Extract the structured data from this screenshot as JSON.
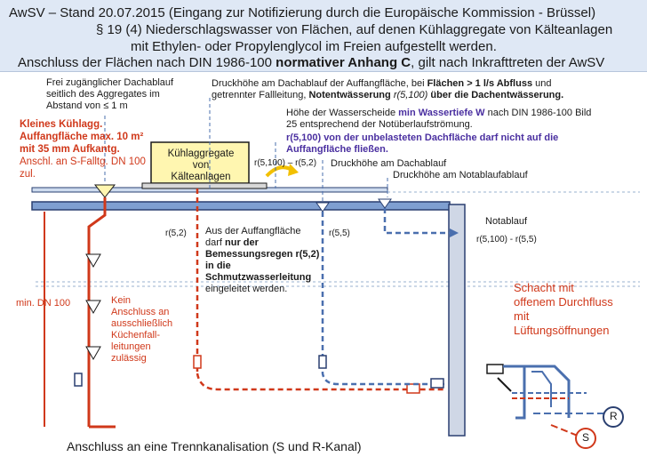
{
  "header": {
    "line1": "AwSV – Stand 20.07.2015 (Eingang zur Notifizierung durch die Europäische Kommission - Brüssel)",
    "line2": "§ 19 (4) Niederschlagswasser von Flächen, auf denen Kühlaggregate von Kälteanlagen",
    "line3": "mit Ethylen- oder Propylenglycol im Freien aufgestellt werden.",
    "line4_pre": "Anschluss der Flächen nach DIN 1986-100 ",
    "line4_bold": "normativer Anhang C",
    "line4_post": ", gilt nach Inkrafttreten der AwSV"
  },
  "labels": {
    "dachablauf_note": [
      "Frei zugänglicher Dachablauf",
      "seitlich des Aggregates im",
      "Abstand von ≤ 1 m"
    ],
    "kleines_1": "Kleines Kühlagg.",
    "kleines_2": "Auffangfläche max. 10 m²",
    "kleines_3": "mit 35 mm Aufkantg.",
    "kleines_4": "Anschl. an S-Falltg. DN 100",
    "kleines_5": "zul.",
    "druck_1_pre": "Druckhöhe am Dachablauf der Auffangfläche, bei ",
    "druck_1_bold": "Flächen > 1 l/s Abfluss",
    "druck_1_post": " und",
    "druck_2_pre": "getrennter Fallleitung, ",
    "druck_2_bold": "Notentwässerung",
    "druck_2_r": "r(5,100)",
    "druck_2_post": " über die Dachentwässerung.",
    "hoehe_1_pre": "Höhe der Wasserscheide ",
    "hoehe_1_purple": "min Wassertiefe W",
    "hoehe_1_post": " nach DIN 1986-100 Bild",
    "hoehe_2": "25 entsprechend der Notüberlaufströmung.",
    "r5100_1": "r(5,100) von der unbelasteten Dachfläche darf nicht auf die",
    "r5100_2": "Auffangfläche fließen.",
    "kuehl_1": "Kühlaggregate von",
    "kuehl_2": "Kälteanlagen",
    "r_formula": "r(5,100) – r(5,2)",
    "druck_dachablauf": "Druckhöhe am Dachablauf",
    "druck_notablauf": "Druckhöhe am Notablaufablauf",
    "r52": "r(5,2)",
    "r55": "r(5,5)",
    "auffang_1": "Aus der Auffangfläche",
    "auffang_2_pre": "darf ",
    "auffang_2_bold": "nur der",
    "auffang_3": "Bemessungsregen r(5,2)",
    "auffang_4": "in die",
    "auffang_5": "Schmutzwasserleitung",
    "auffang_6": "eingeleitet werden.",
    "notablauf": "Notablauf",
    "notablauf_formula": "r(5,100) - r(5,5)",
    "min_dn": "min. DN 100",
    "kein_1": "Kein",
    "kein_2": "Anschluss an",
    "kein_3": "ausschließlich",
    "kein_4": "Küchenfall-",
    "kein_5": "leitungen",
    "kein_6": "zulässig",
    "schacht_1": "Schacht mit",
    "schacht_2": "offenem Durchfluss",
    "schacht_3": "mit",
    "schacht_4": "Lüftungsöffnungen",
    "R": "R",
    "S": "S"
  },
  "footer": "Anschluss an eine Trennkanalisation (S und R-Kanal)",
  "colors": {
    "header_bg": "#dfe8f5",
    "blue_pipe": "#4a6fae",
    "red_pipe": "#d0381a",
    "dark_blue": "#2a3f70",
    "purple": "#4a2fa0",
    "unit_fill": "#fff6b0",
    "yellow_arrow": "#f2c000"
  }
}
